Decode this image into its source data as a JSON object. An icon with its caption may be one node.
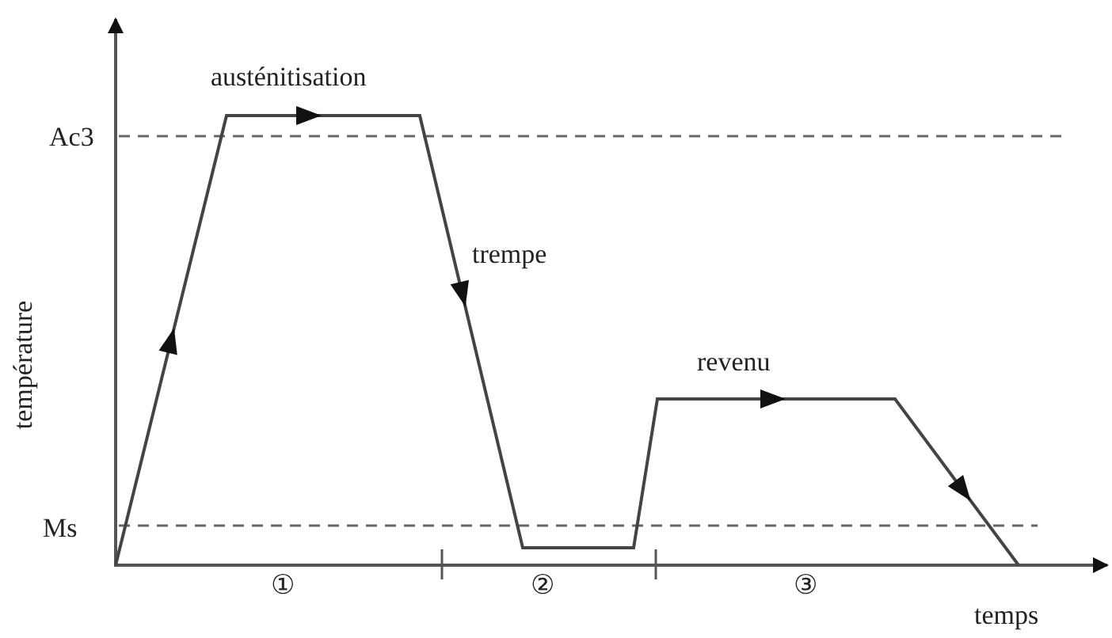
{
  "diagram": {
    "labels": [
      "austénitisation",
      "Ac3",
      "trempe",
      "température",
      "revenu",
      "Ms",
      "①",
      "②",
      "③",
      "temps"
    ]
  }
}
